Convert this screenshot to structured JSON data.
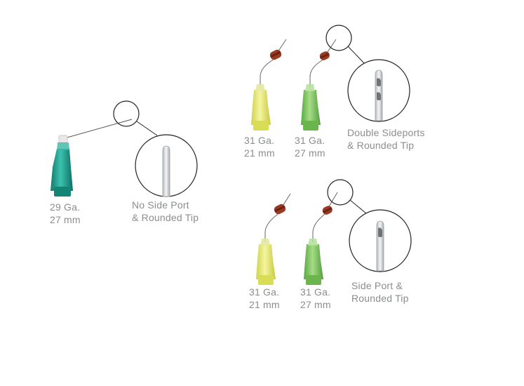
{
  "colors": {
    "teal_hub": "#1f9e8e",
    "yellow_hub": "#e3e66a",
    "green_hub": "#7cc45e",
    "stopper": "#9b3a22",
    "label_text": "#8a8d90",
    "line": "#333333"
  },
  "needles": [
    {
      "id": "n29",
      "gauge": "29 Ga.",
      "length": "27 mm",
      "hub": "teal"
    },
    {
      "id": "n31a",
      "gauge": "31 Ga.",
      "length": "21 mm",
      "hub": "yellow"
    },
    {
      "id": "n31b",
      "gauge": "31 Ga.",
      "length": "27 mm",
      "hub": "green"
    },
    {
      "id": "n31c",
      "gauge": "31 Ga.",
      "length": "21 mm",
      "hub": "yellow"
    },
    {
      "id": "n31d",
      "gauge": "31 Ga.",
      "length": "27 mm",
      "hub": "green"
    }
  ],
  "tips": [
    {
      "id": "no-side-port",
      "line1": "No Side Port",
      "line2": "& Rounded Tip"
    },
    {
      "id": "double-sideports",
      "line1": "Double Sideports",
      "line2": "& Rounded Tip"
    },
    {
      "id": "side-port",
      "line1": "Side Port &",
      "line2": "Rounded Tip"
    }
  ]
}
